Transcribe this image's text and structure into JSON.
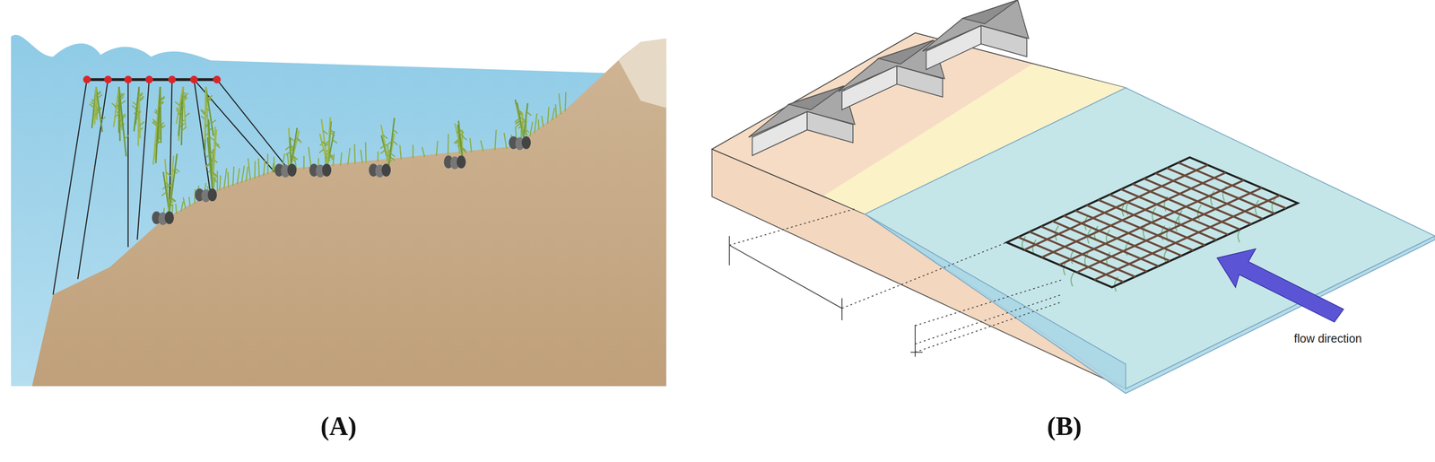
{
  "diagram": {
    "labels": [
      "(A)",
      "(B)",
      "flow direction"
    ]
  }
}
